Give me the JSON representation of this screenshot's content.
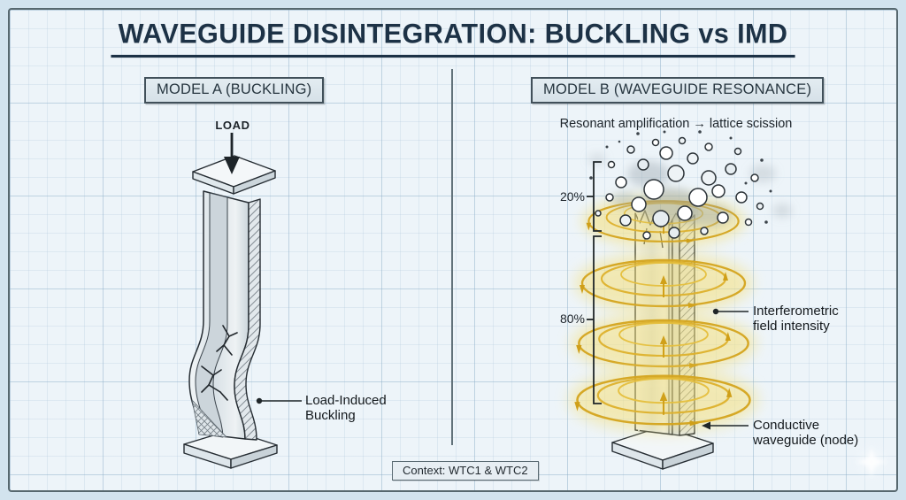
{
  "header": {
    "title": "WAVEGUIDE DISINTEGRATION: BUCKLING vs IMD"
  },
  "model_a": {
    "label": "MODEL A (BUCKLING)",
    "load_label": "LOAD",
    "buckling_annotation": "Load-Induced Buckling"
  },
  "model_b": {
    "label": "MODEL B (WAVEGUIDE RESONANCE)",
    "caption": "Resonant amplification → lattice scission",
    "percent_upper": "20%",
    "percent_lower": "80%",
    "field_annotation": "Interferometric field intensity",
    "node_annotation": "Conductive waveguide (node)"
  },
  "footer": {
    "context": "Context: WTC1 & WTC2"
  },
  "colors": {
    "title_navy": "#1d3246",
    "ring_yellow": "#d4a41d",
    "ring_glow": "#f5e07a",
    "paper": "#edf4f9",
    "ink": "#262d33"
  }
}
